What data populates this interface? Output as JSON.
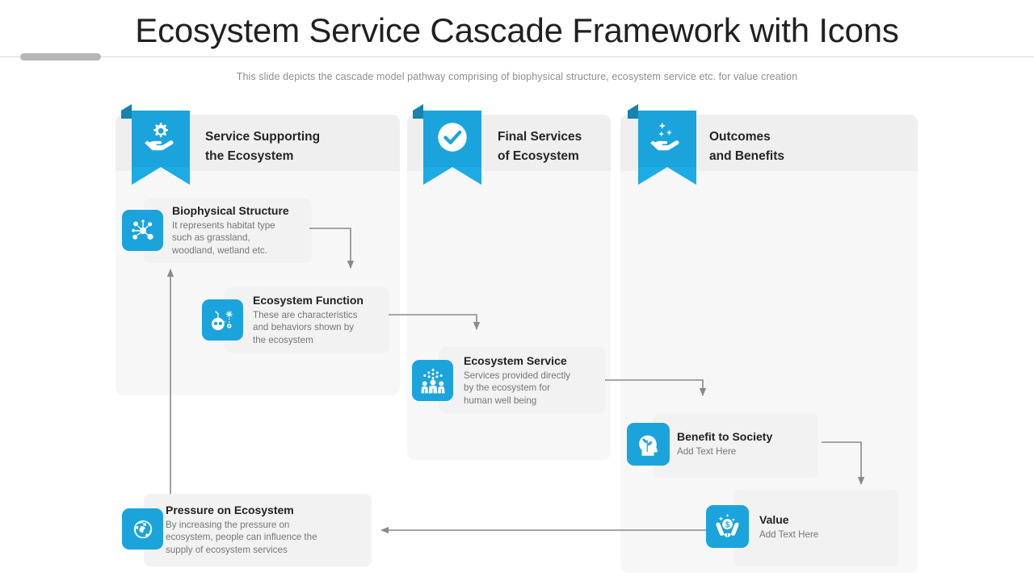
{
  "slide": {
    "title": "Ecosystem Service Cascade Framework with Icons",
    "subtitle": "This slide depicts the cascade model pathway comprising of biophysical structure, ecosystem service etc. for value creation"
  },
  "theme": {
    "accent_blue": "#1BA4DC",
    "accent_blue_dark": "#1783AE",
    "panel_gray": "#F7F7F7",
    "panel_head_gray": "#EFEFEF",
    "card_gray": "#F2F2F2",
    "title_text": "#231F20",
    "body_text": "#777777",
    "connector_gray": "#8A8A8A",
    "title_accent_bar": "#B6B6B6"
  },
  "columns": [
    {
      "id": "service-supporting",
      "title_line1": "Service Supporting",
      "title_line2": "the Ecosystem",
      "icon": "gear-on-hand-icon"
    },
    {
      "id": "final-services",
      "title_line1": "Final Services",
      "title_line2": "of Ecosystem",
      "icon": "check-circle-icon"
    },
    {
      "id": "outcomes-benefits",
      "title_line1": "Outcomes",
      "title_line2": "and Benefits",
      "icon": "sparkles-on-hand-icon"
    }
  ],
  "cards": [
    {
      "id": "biophysical-structure",
      "title": "Biophysical Structure",
      "desc_lines": [
        "It represents habitat type",
        "such as grassland,",
        "woodland, wetland etc."
      ],
      "icon": "molecule-network-icon"
    },
    {
      "id": "ecosystem-function",
      "title": "Ecosystem Function",
      "desc_lines": [
        "These are characteristics",
        "and behaviors shown by",
        "the ecosystem"
      ],
      "icon": "plant-growth-lab-icon"
    },
    {
      "id": "ecosystem-service",
      "title": "Ecosystem Service",
      "desc_lines": [
        "Services provided directly",
        "by the ecosystem for",
        "human well being"
      ],
      "icon": "people-group-icon"
    },
    {
      "id": "benefit-to-society",
      "title": "Benefit to Society",
      "desc_lines": [
        "Add Text Here"
      ],
      "icon": "head-with-plant-icon"
    },
    {
      "id": "value",
      "title": "Value",
      "desc_lines": [
        "Add Text Here"
      ],
      "icon": "hands-with-money-icon"
    },
    {
      "id": "pressure-on-ecosystem",
      "title": "Pressure on Ecosystem",
      "desc_lines": [
        "By increasing the pressure on",
        "ecosystem, people can influence the",
        "supply of ecosystem services"
      ],
      "icon": "globe-recycle-icon"
    }
  ],
  "connectors": [
    {
      "id": "biophysical-to-function",
      "from": "biophysical-structure",
      "to": "ecosystem-function"
    },
    {
      "id": "function-to-service",
      "from": "ecosystem-function",
      "to": "ecosystem-service"
    },
    {
      "id": "service-to-benefit",
      "from": "ecosystem-service",
      "to": "benefit-to-society"
    },
    {
      "id": "benefit-to-value",
      "from": "benefit-to-society",
      "to": "value"
    },
    {
      "id": "value-to-pressure",
      "from": "value",
      "to": "pressure-on-ecosystem"
    },
    {
      "id": "pressure-to-biophysical",
      "from": "pressure-on-ecosystem",
      "to": "biophysical-structure"
    }
  ]
}
